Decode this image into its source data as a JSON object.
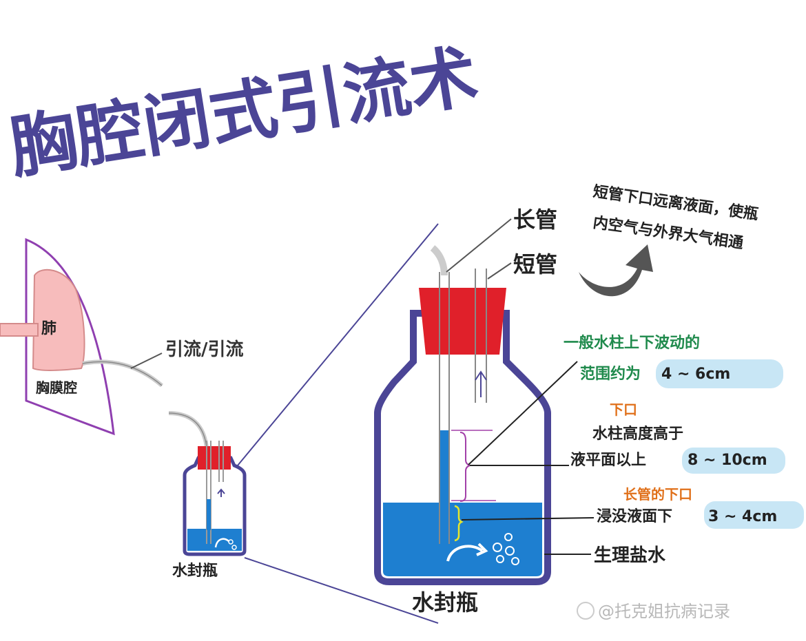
{
  "title": "胸腔闭式引流术",
  "labels": {
    "lung": "肺",
    "pleural_cavity": "胸膜腔",
    "drainage": "引流/引流",
    "long_tube": "长管",
    "short_tube": "短管",
    "short_tube_note_1": "短管下口远离液面，使瓶",
    "short_tube_note_2": "内空气与外界大气相通",
    "small_bottle_label": "水封瓶",
    "big_bottle_label": "水封瓶",
    "fluctuation_1": "一般水柱上下波动的",
    "fluctuation_2": "范围约为",
    "fluctuation_range": "4 ~ 6cm",
    "lower_mouth": "下口",
    "water_column_1": "水柱高度高于",
    "water_column_2": "液平面以上",
    "water_column_range": "8 ~ 10cm",
    "long_tube_lower": "长管的下口",
    "immerse": "浸没液面下",
    "immerse_range": "3 ~ 4cm",
    "saline": "生理盐水",
    "watermark": "@托克姐抗病记录"
  },
  "colors": {
    "title": "#4b4596",
    "outline": "#5a4fa0",
    "stopper": "#e0202a",
    "water": "#1e7fd0",
    "lung": "#f7bcbc",
    "highlight": "#c8e6f5",
    "green_text": "#1f8a4c",
    "orange_text": "#e0701a",
    "dark_text": "#222222"
  }
}
